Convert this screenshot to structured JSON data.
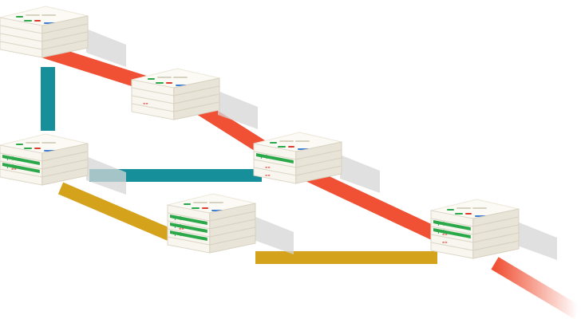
{
  "diagram": {
    "colors": {
      "red_line": "#f05033",
      "teal_line": "#178f9b",
      "gold_line": "#d4a21b",
      "green_mark": "#2aa84a",
      "red_mark": "#e03a2f",
      "blue_mark": "#3b7ed6",
      "stack_face": "#f8f6ee",
      "stack_side": "#e8e4d7",
      "stack_top": "#fbfaf5",
      "shadow": "#d6d6d6"
    },
    "nodes": [
      {
        "id": "commit-top-left",
        "layers": 4,
        "green_bands": 0,
        "red_bands": 0
      },
      {
        "id": "commit-top-middle",
        "layers": 4,
        "green_bands": 0,
        "red_bands": 1
      },
      {
        "id": "commit-middle-left",
        "layers": 4,
        "green_bands": 2,
        "red_bands": 1
      },
      {
        "id": "commit-middle-center",
        "layers": 4,
        "green_bands": 1,
        "red_bands": 2
      },
      {
        "id": "commit-bottom-center",
        "layers": 5,
        "green_bands": 3,
        "red_bands": 1
      },
      {
        "id": "commit-bottom-right",
        "layers": 5,
        "green_bands": 2,
        "red_bands": 2
      }
    ],
    "edges": [
      {
        "id": "edge-red-main-1",
        "color": "red_line",
        "from": "commit-top-left",
        "to": "commit-top-middle"
      },
      {
        "id": "edge-red-main-2",
        "color": "red_line",
        "from": "commit-top-middle",
        "to": "commit-middle-center"
      },
      {
        "id": "edge-red-main-3",
        "color": "red_line",
        "from": "commit-middle-center",
        "to": "commit-bottom-right"
      },
      {
        "id": "edge-teal-1",
        "color": "teal_line",
        "from": "commit-top-left",
        "to": "commit-middle-left"
      },
      {
        "id": "edge-teal-2",
        "color": "teal_line",
        "from": "commit-middle-left",
        "to": "commit-middle-center"
      },
      {
        "id": "edge-gold-1",
        "color": "gold_line",
        "from": "commit-middle-left",
        "to": "commit-bottom-center"
      },
      {
        "id": "edge-gold-2",
        "color": "gold_line",
        "from": "commit-bottom-center",
        "to": "commit-bottom-right"
      }
    ]
  }
}
